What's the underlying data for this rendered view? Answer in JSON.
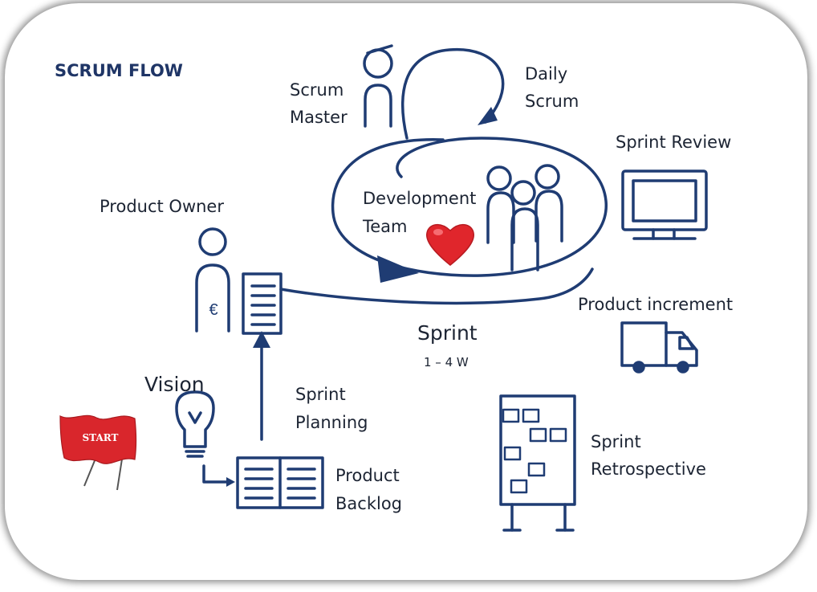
{
  "title": "SCRUM FLOW",
  "labels": {
    "scrum_master": [
      "Scrum",
      "Master"
    ],
    "daily_scrum": [
      "Daily",
      "Scrum"
    ],
    "sprint_review": "Sprint Review",
    "product_owner": "Product Owner",
    "development_team": [
      "Development",
      "Team"
    ],
    "product_increment": "Product increment",
    "sprint": "Sprint",
    "sprint_duration": "1 – 4 W",
    "vision": "Vision",
    "sprint_planning": [
      "Sprint",
      "Planning"
    ],
    "product_backlog": [
      "Product",
      "Backlog"
    ],
    "sprint_retrospective": [
      "Sprint",
      "Retrospective"
    ],
    "start_flag": "START",
    "currency_symbol": "€"
  },
  "colors": {
    "ink": "#1f3c73",
    "title": "#1f3566",
    "heart": "#e0262c",
    "flag": "#d9262c"
  }
}
